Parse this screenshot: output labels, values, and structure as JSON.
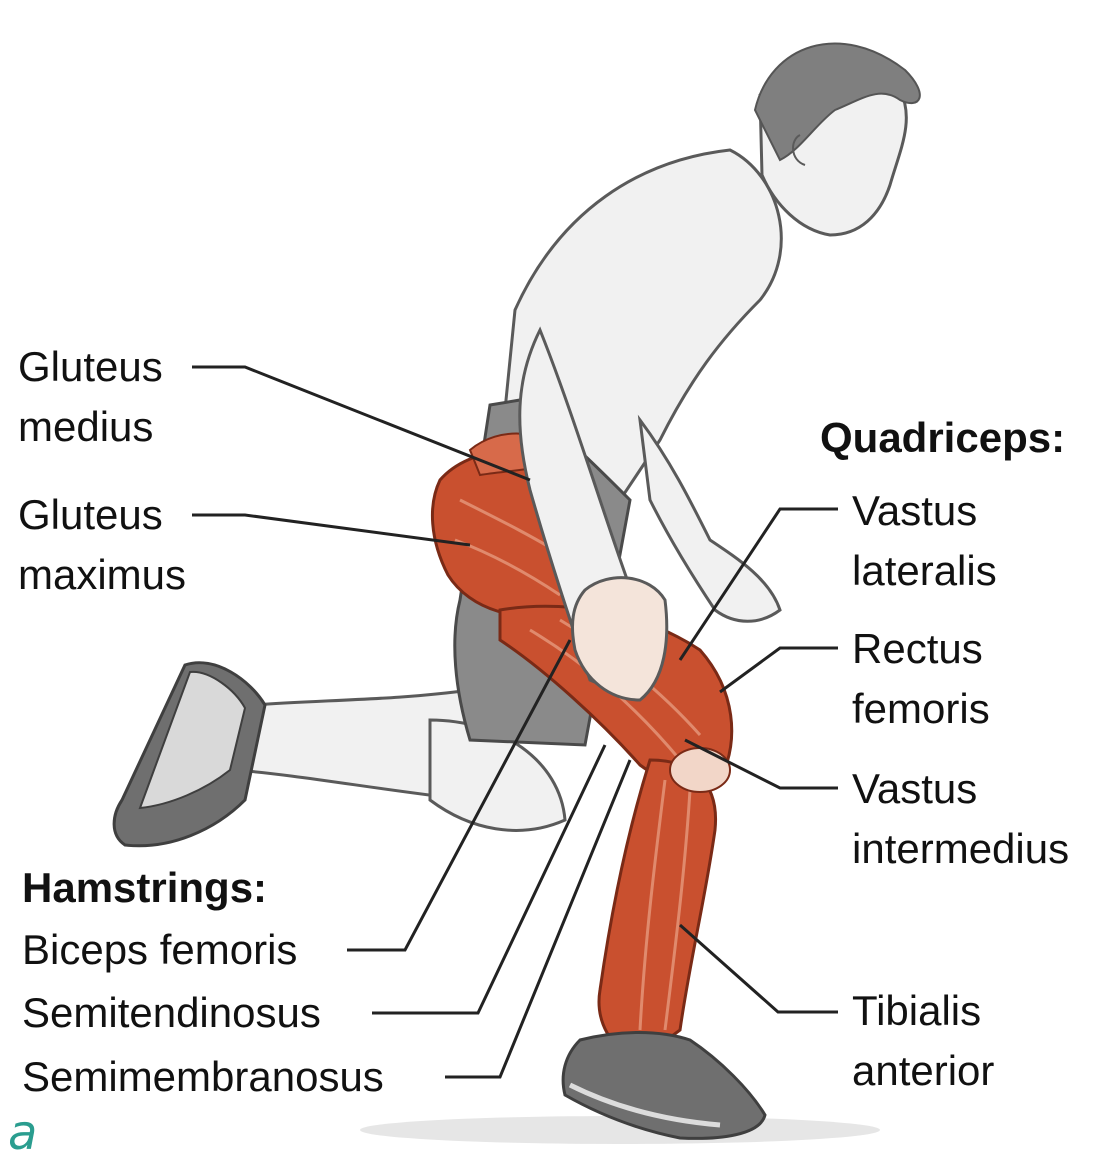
{
  "colors": {
    "muscle": "#c9502f",
    "muscle_dark": "#a8391f",
    "skin": "#f1f1f1",
    "outline": "#5a5a5a",
    "shorts": "#8a8a8a",
    "shoe": "#6f6f6f",
    "leader": "#222222",
    "panel_letter": "#2a9d8f"
  },
  "icons": {
    "figure": "runner-anatomy-illustration"
  },
  "panel_letter": "a",
  "labels": {
    "gluteus_medius": [
      "Gluteus",
      "medius"
    ],
    "gluteus_maximus": [
      "Gluteus",
      "maximus"
    ],
    "quadriceps_header": "Quadriceps:",
    "vastus_lateralis": [
      "Vastus",
      "lateralis"
    ],
    "rectus_femoris": [
      "Rectus",
      "femoris"
    ],
    "vastus_intermedius": [
      "Vastus",
      "intermedius"
    ],
    "tibialis_anterior": [
      "Tibialis",
      "anterior"
    ],
    "hamstrings_header": "Hamstrings:",
    "biceps_femoris": "Biceps femoris",
    "semitendinosus": "Semitendinosus",
    "semimembranosus": "Semimembranosus"
  }
}
